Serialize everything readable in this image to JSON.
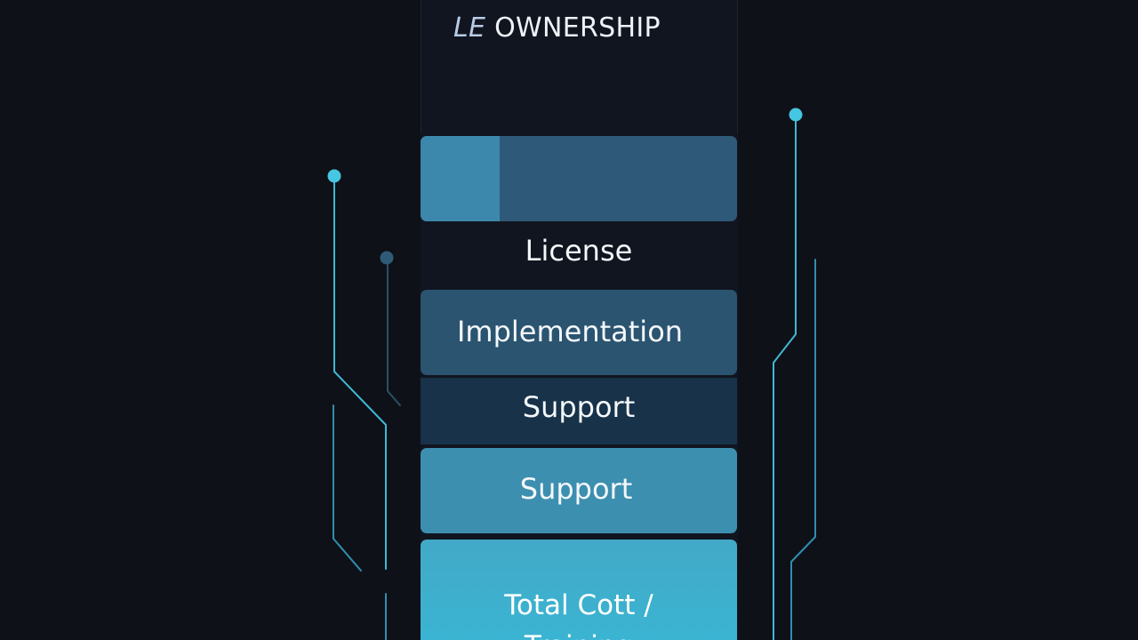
{
  "header": {
    "title_prefix": "LE",
    "title": "OWNERSHIP"
  },
  "stack": {
    "license_label": "License",
    "implementation_label": "Implementation",
    "support_label_1": "Support",
    "support_label_2": "Support",
    "total_label": "Total Cott /",
    "total_label_cut": "Training"
  },
  "colors": {
    "background": "#0f1118",
    "accent_line": "#3fb8d4",
    "block_top": "#2e5978",
    "block_impl": "#2b5470",
    "block_support_dark": "#173249",
    "block_support_light": "#3d8fb0",
    "block_total": "#40b0ce"
  },
  "icons": [
    "circuit-line-icon",
    "circuit-node-icon"
  ]
}
